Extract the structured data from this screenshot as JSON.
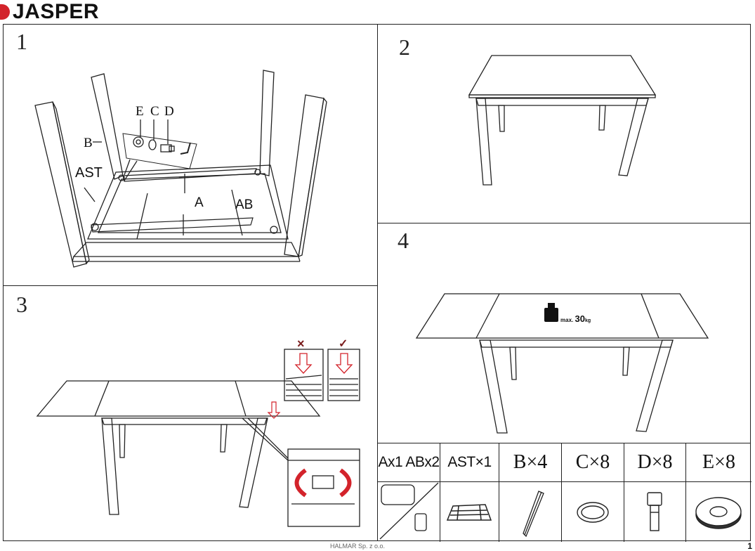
{
  "brand": {
    "name": "JASPER",
    "logo_color": "#d3232b"
  },
  "panels": {
    "step1": {
      "number": "1",
      "labels": {
        "e": "E",
        "c": "C",
        "d": "D",
        "b": "B",
        "ast": "AST",
        "a": "A",
        "ab": "AB"
      }
    },
    "step2": {
      "number": "2"
    },
    "step3": {
      "number": "3",
      "wrong_mark": "×",
      "right_mark": "✓"
    },
    "step4": {
      "number": "4",
      "weight_prefix": "max.",
      "weight_value": "30",
      "weight_unit": "kg"
    }
  },
  "parts": [
    {
      "label": "Ax1 ABx2",
      "icon": "leaf-panels-icon"
    },
    {
      "label": "AST×1",
      "icon": "frame-icon"
    },
    {
      "label": "B×4",
      "icon": "leg-icon"
    },
    {
      "label": "C×8",
      "icon": "spring-washer-icon"
    },
    {
      "label": "D×8",
      "icon": "bolt-icon"
    },
    {
      "label": "E×8",
      "icon": "flat-washer-icon"
    }
  ],
  "footer": {
    "code": "HALMAR Sp. z o.o.",
    "page": "1"
  }
}
